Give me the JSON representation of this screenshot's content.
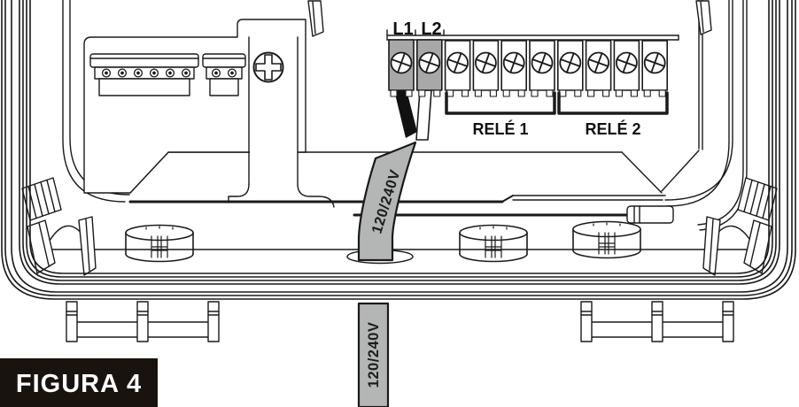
{
  "figure_label": "FIGURA 4",
  "terminal_strip": {
    "line_labels": [
      "L1",
      "L2"
    ],
    "power_terminal_count": 2,
    "relay_groups": [
      {
        "label": "RELÉ 1",
        "terminals": 4
      },
      {
        "label": "RELÉ 2",
        "terminals": 4
      }
    ]
  },
  "cable": {
    "upper_label": "120/240V",
    "lower_label": "120/240V"
  },
  "colors": {
    "power_terminal_fill": "#a8a8a8",
    "cable_fill": "#b3b6b4",
    "line": "#1a1a1a",
    "figure_label_bg": "#18130f",
    "figure_label_fg": "#ffffff",
    "background": "#ffffff"
  }
}
